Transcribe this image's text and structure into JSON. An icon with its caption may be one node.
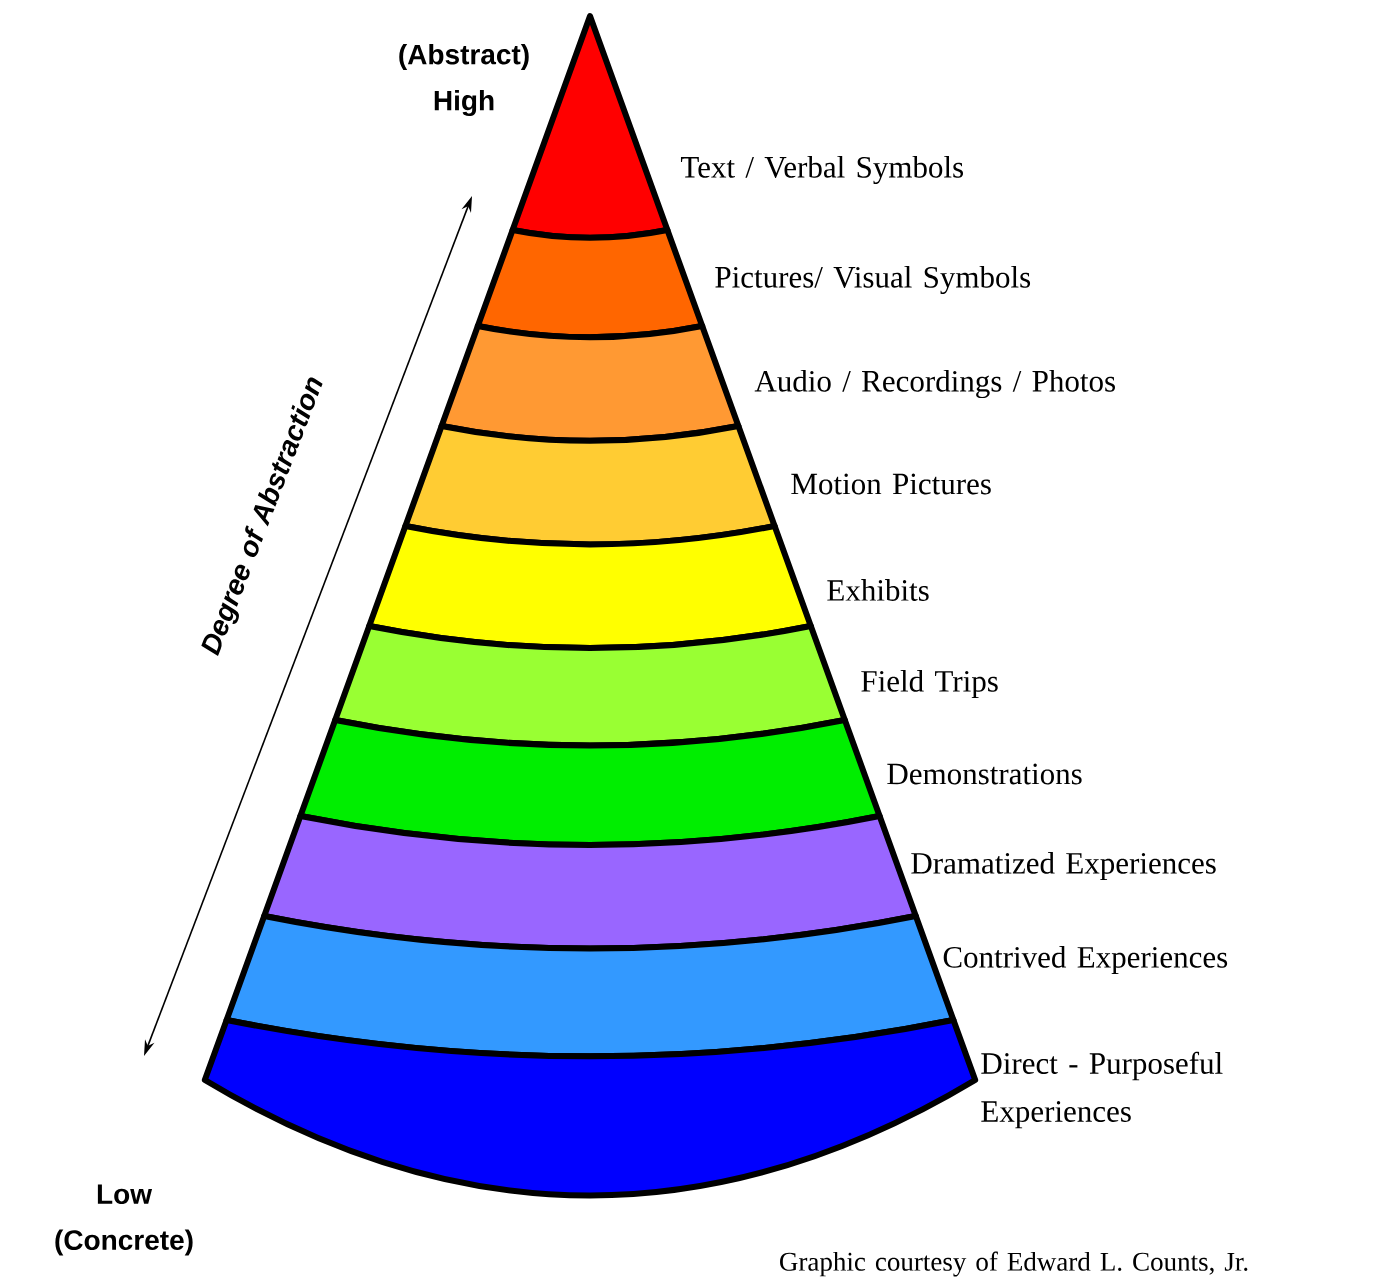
{
  "diagram": {
    "nodes": [
      {
        "text": [],
        "shape": "band",
        "beside": [
          "Text / Verbal Symbols"
        ]
      },
      {
        "text": [],
        "shape": "band",
        "beside": [
          "Pictures/ Visual Symbols"
        ]
      },
      {
        "text": [],
        "shape": "band",
        "beside": [
          "Audio / Recordings / Photos"
        ]
      },
      {
        "text": [],
        "shape": "band",
        "beside": [
          "Motion Pictures"
        ]
      },
      {
        "text": [],
        "shape": "band",
        "beside": [
          "Exhibits"
        ]
      },
      {
        "text": [],
        "shape": "band",
        "beside": [
          "Field Trips"
        ]
      },
      {
        "text": [],
        "shape": "band",
        "beside": [
          "Demonstrations"
        ]
      },
      {
        "text": [],
        "shape": "band",
        "beside": [
          "Dramatized Experiences"
        ]
      },
      {
        "text": [],
        "shape": "band",
        "beside": [
          "Contrived Experiences"
        ]
      },
      {
        "text": [],
        "shape": "band",
        "beside": [
          "Direct - Purposeful Experiences"
        ]
      }
    ],
    "labels": [
      "(Abstract) High",
      "Degree of Abstraction",
      "Low (Concrete)",
      "Graphic courtesy of Edward L. Counts, Jr."
    ]
  }
}
